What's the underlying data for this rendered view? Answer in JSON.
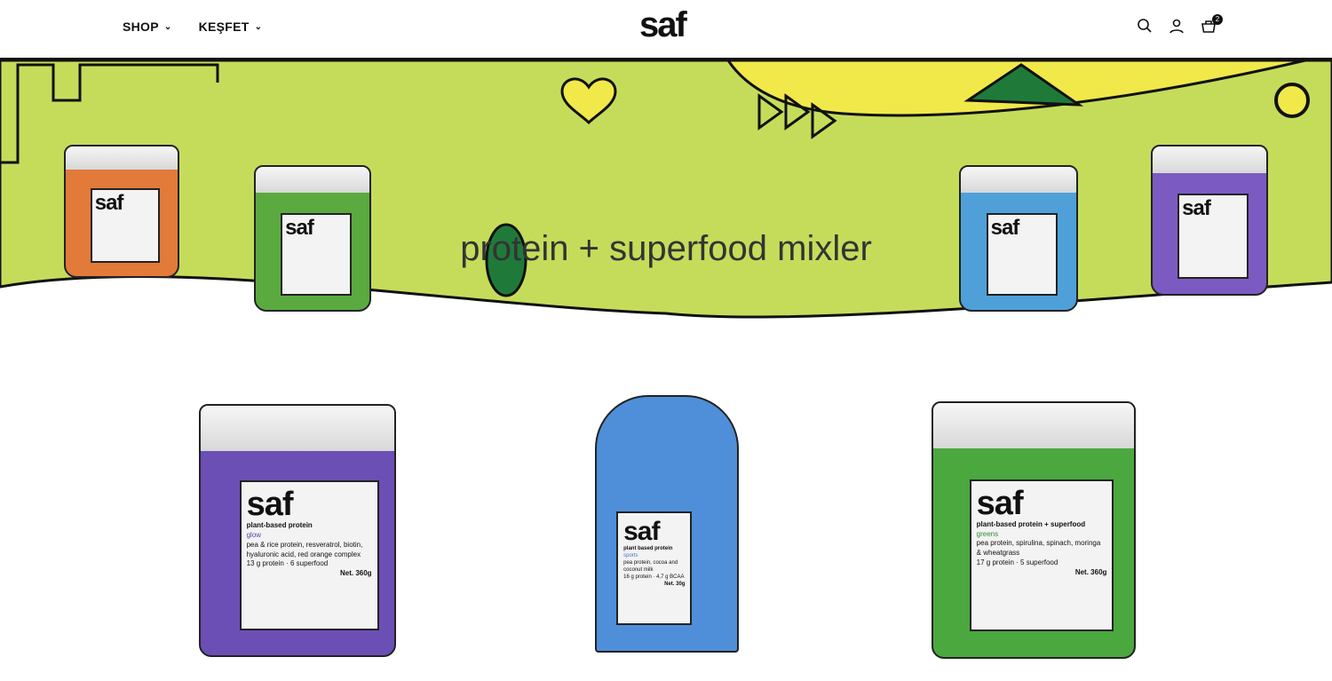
{
  "header": {
    "nav": [
      {
        "label": "SHOP"
      },
      {
        "label": "KEŞFET"
      }
    ],
    "logo": "saf",
    "cart_count": "2",
    "icons": [
      "search-icon",
      "account-icon",
      "cart-icon"
    ]
  },
  "banner": {
    "title": "protein + superfood mixler",
    "colors": {
      "green": "#c5dc5b",
      "yellow": "#f1e84a",
      "dark_green": "#1f7a3a"
    }
  },
  "products": [
    {
      "brand": "saf",
      "name": "plant-based protein",
      "variant": "glow",
      "ingredients": "pea & rice protein, resveratrol, biotin, hyaluronic acid, red orange complex",
      "protein": "13 g protein",
      "superfood": "6 superfood",
      "net": "Net. 360g",
      "color": "#6b4fb5"
    },
    {
      "brand": "saf",
      "name": "plant based protein",
      "variant": "sports",
      "ingredients": "pea protein, cocoa and coconut milk",
      "protein": "16 g protein",
      "superfood": "4,7 g BCAA",
      "net": "Net. 30g",
      "color": "#4f8fd9"
    },
    {
      "brand": "saf",
      "name": "plant-based protein + superfood",
      "variant": "greens",
      "ingredients": "pea protein, spirulina, spinach, moringa & wheatgrass",
      "protein": "17 g protein",
      "superfood": "5 superfood",
      "net": "Net. 360g",
      "color": "#4aa83f"
    }
  ]
}
